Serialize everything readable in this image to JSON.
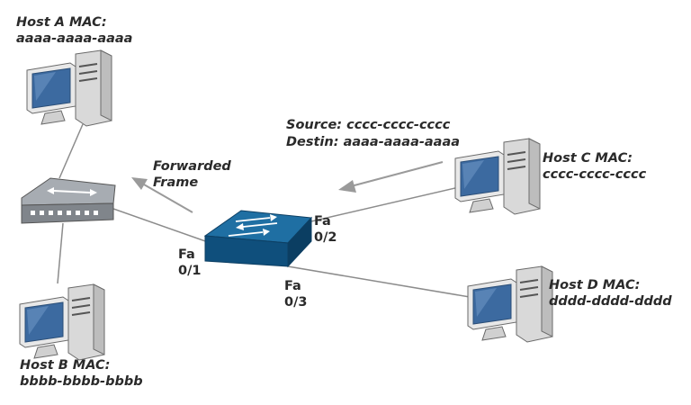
{
  "hosts": {
    "a": {
      "title": "Host A MAC:",
      "mac": "aaaa-aaaa-aaaa"
    },
    "b": {
      "title": "Host B MAC:",
      "mac": "bbbb-bbbb-bbbb"
    },
    "c": {
      "title": "Host C MAC:",
      "mac": "cccc-cccc-cccc"
    },
    "d": {
      "title": "Host D MAC:",
      "mac": "dddd-dddd-dddd"
    }
  },
  "frame": {
    "source": "Source: cccc-cccc-cccc",
    "destination": "Destin:  aaaa-aaaa-aaaa"
  },
  "forwarded": {
    "line1": "Forwarded",
    "line2": "Frame"
  },
  "ports": {
    "p1": {
      "line1": "Fa",
      "line2": "0/1"
    },
    "p2": {
      "line1": "Fa",
      "line2": "0/2"
    },
    "p3": {
      "line1": "Fa",
      "line2": "0/3"
    }
  },
  "colors": {
    "switch_top": "#1f6fa3",
    "switch_side": "#0f4f7c",
    "hub_body": "#8a8f95",
    "computer_body": "#e6e6e6",
    "screen": "#3c6aa0",
    "arrow": "#9a9a9a",
    "link": "#8c8c8c"
  }
}
